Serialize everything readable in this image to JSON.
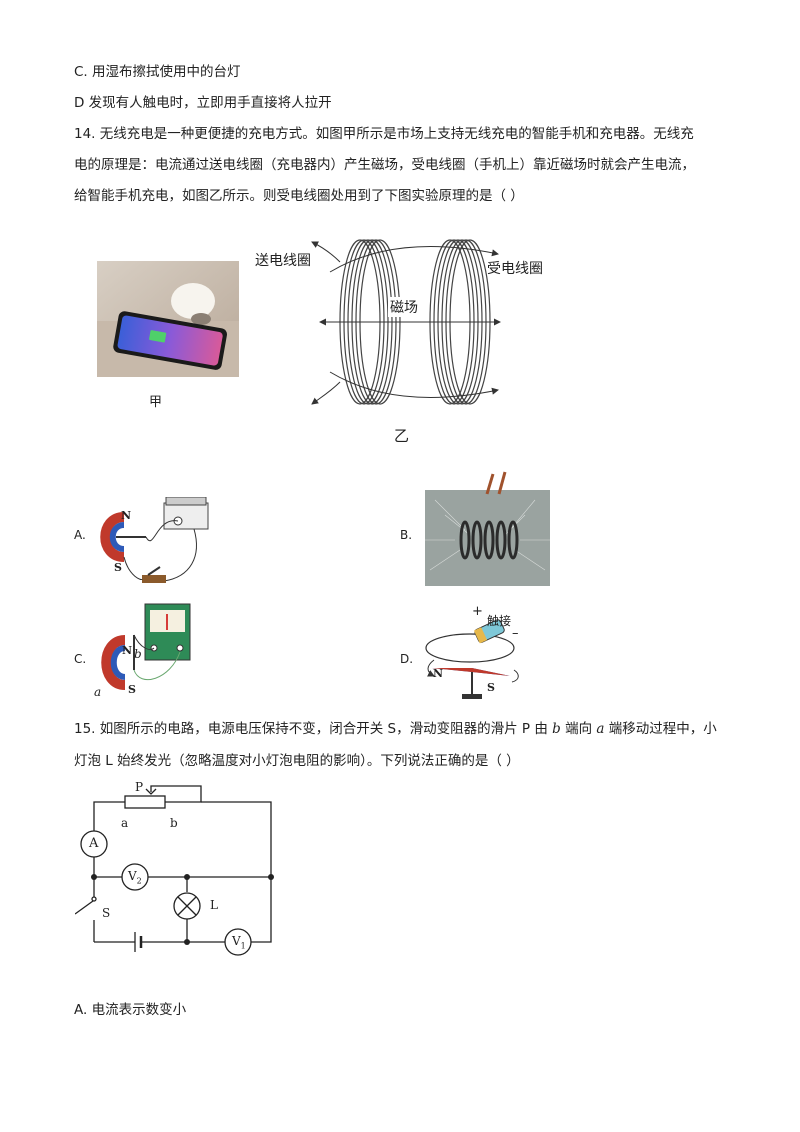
{
  "options_prev": {
    "c": "C.  用湿布擦拭使用中的台灯",
    "d": "D  发现有人触电时，立即用手直接将人拉开"
  },
  "q14": {
    "line1": "14. 无线充电是一种更便捷的充电方式。如图甲所示是市场上支持无线充电的智能手机和充电器。无线充",
    "line2": "电的原理是：电流通过送电线圈（充电器内）产生磁场，受电线圈（手机上）靠近磁场时就会产生电流，",
    "line3": "给智能手机充电，如图乙所示。则受电线圈处用到了下图实验原理的是（        ）",
    "fig_jia_caption": "甲",
    "fig_yi_caption": "乙",
    "coil_send_label": "送电线圈",
    "coil_recv_label": "受电线圈",
    "field_label": "磁场",
    "options": {
      "a": "A.",
      "b": "B.",
      "c": "C.",
      "d": "D."
    },
    "fig_a": {
      "n": "N",
      "s": "S"
    },
    "fig_c": {
      "n": "N",
      "s": "S",
      "a": "a",
      "b": "b"
    },
    "fig_d": {
      "plus": "+",
      "touch": "触接",
      "minus": "–",
      "n": "N",
      "s": "S"
    }
  },
  "q15": {
    "line1_pre": "15. 如图所示的电路，电源电压保持不变，闭合开关 S，滑动变阻器的滑片 P 由 ",
    "line1_b": "b",
    "line1_mid": " 端向 ",
    "line1_a": "a",
    "line1_post": " 端移动过程中，小",
    "line2": "灯泡 L 始终发光（忽略温度对小灯泡电阻的影响）。下列说法正确的是（        ）",
    "circuit": {
      "p": "P",
      "a": "a",
      "b": "b",
      "ammeter": "A",
      "v2": "V",
      "v2_sub": "2",
      "v1": "V",
      "v1_sub": "1",
      "lamp": "L",
      "switch": "S"
    },
    "option_a": "A. 电流表示数变小"
  }
}
